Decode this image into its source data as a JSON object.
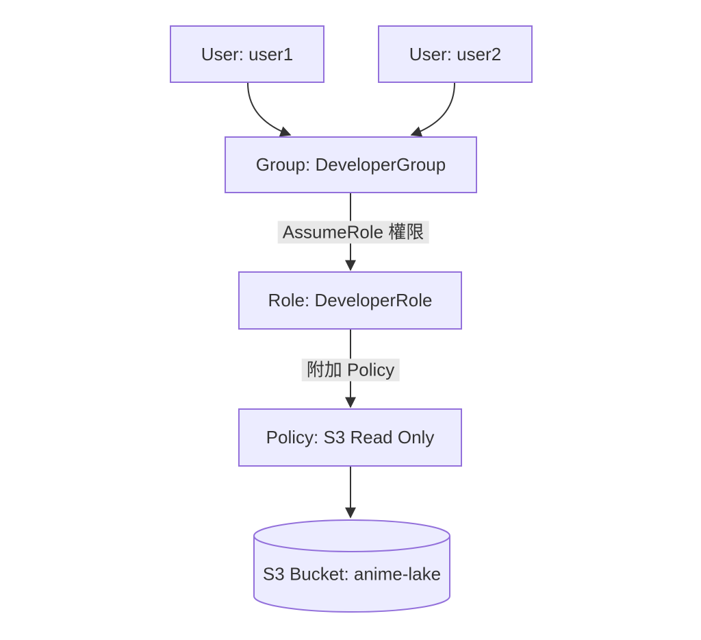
{
  "diagram": {
    "type": "flowchart",
    "direction": "top-down",
    "colors": {
      "background": "#ffffff",
      "node_fill": "#ECECFF",
      "node_border": "#9370DB",
      "edge": "#333333",
      "edge_label_bg": "#e8e8e8",
      "text": "#333333"
    },
    "nodes": [
      {
        "id": "user1",
        "label": "User: user1",
        "shape": "rectangle"
      },
      {
        "id": "user2",
        "label": "User: user2",
        "shape": "rectangle"
      },
      {
        "id": "group",
        "label": "Group: DeveloperGroup",
        "shape": "rectangle"
      },
      {
        "id": "role",
        "label": "Role: DeveloperRole",
        "shape": "rectangle"
      },
      {
        "id": "policy",
        "label": "Policy: S3 Read Only",
        "shape": "rectangle"
      },
      {
        "id": "bucket",
        "label": "S3 Bucket: anime-lake",
        "shape": "cylinder"
      }
    ],
    "edges": [
      {
        "from": "User: user1",
        "to": "Group: DeveloperGroup",
        "label": ""
      },
      {
        "from": "User: user2",
        "to": "Group: DeveloperGroup",
        "label": ""
      },
      {
        "from": "Group: DeveloperGroup",
        "to": "Role: DeveloperRole",
        "label": "AssumeRole 權限"
      },
      {
        "from": "Role: DeveloperRole",
        "to": "Policy: S3 Read Only",
        "label": "附加 Policy"
      },
      {
        "from": "Policy: S3 Read Only",
        "to": "S3 Bucket: anime-lake",
        "label": ""
      }
    ]
  }
}
